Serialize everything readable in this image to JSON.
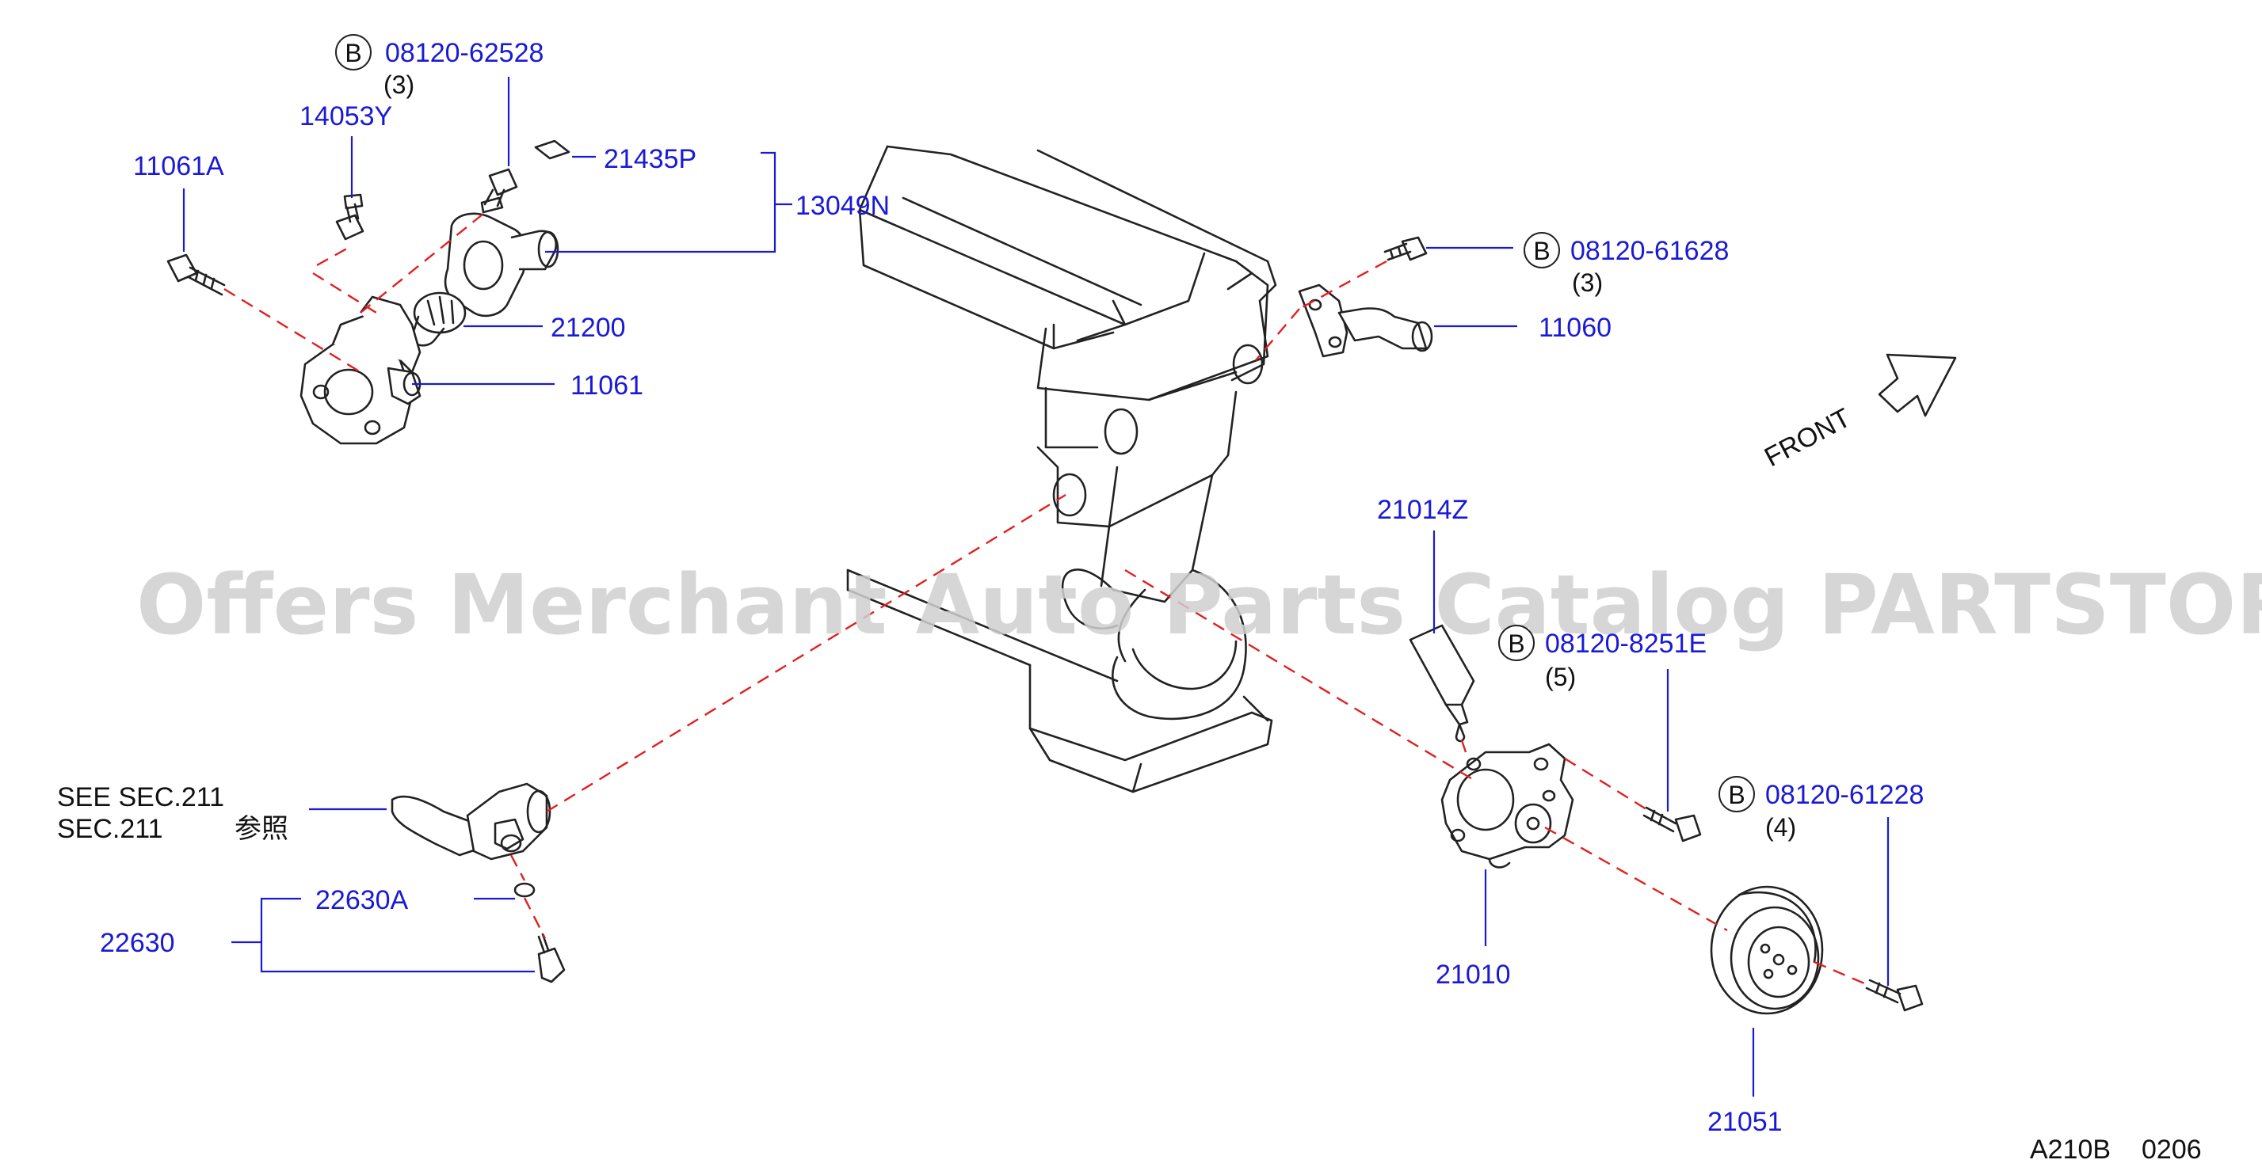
{
  "watermark": "Offers Merchant Auto Parts Catalog PARTSTORE.SA",
  "front_label": "FRONT",
  "footer": {
    "code": "A210B",
    "number": "0206"
  },
  "bolt_marker": "B",
  "parts": {
    "p11061A": "11061A",
    "p14053Y": "14053Y",
    "b1_num": "08120-62528",
    "b1_qty": "(3)",
    "p21435P": "21435P",
    "p13049N": "13049N",
    "p21200": "21200",
    "p11061": "11061",
    "b2_num": "08120-61628",
    "b2_qty": "(3)",
    "p11060": "11060",
    "p21014Z": "21014Z",
    "b3_num": "08120-8251E",
    "b3_qty": "(5)",
    "b4_num": "08120-61228",
    "b4_qty": "(4)",
    "p21010": "21010",
    "p21051": "21051",
    "p22630A": "22630A",
    "p22630": "22630"
  },
  "see_note": {
    "line1": "SEE   SEC.211",
    "line2": "SEC.211",
    "line2_jp": "参照"
  }
}
